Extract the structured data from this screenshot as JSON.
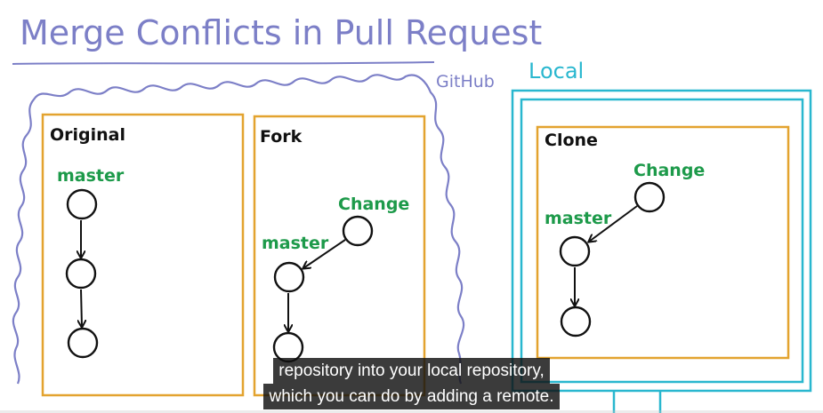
{
  "diagram": {
    "title": "Merge Conflicts in Pull Request",
    "github_label": "GitHub",
    "local_label": "Local",
    "panels": {
      "original": {
        "label": "Original",
        "master_label": "master"
      },
      "fork": {
        "label": "Fork",
        "master_label": "master",
        "change_label": "Change"
      },
      "clone": {
        "label": "Clone",
        "master_label": "master",
        "change_label": "Change"
      }
    },
    "colors": {
      "title": "#7c7fc7",
      "github_cloud": "#7c7fc7",
      "panel_border": "#e3a32f",
      "local_monitor": "#29b7cf",
      "branch_label": "#1d9a4a",
      "commit": "#111111"
    }
  },
  "subtitles": {
    "line1": "repository into your local repository,",
    "line2": "which you can do by adding a remote."
  }
}
